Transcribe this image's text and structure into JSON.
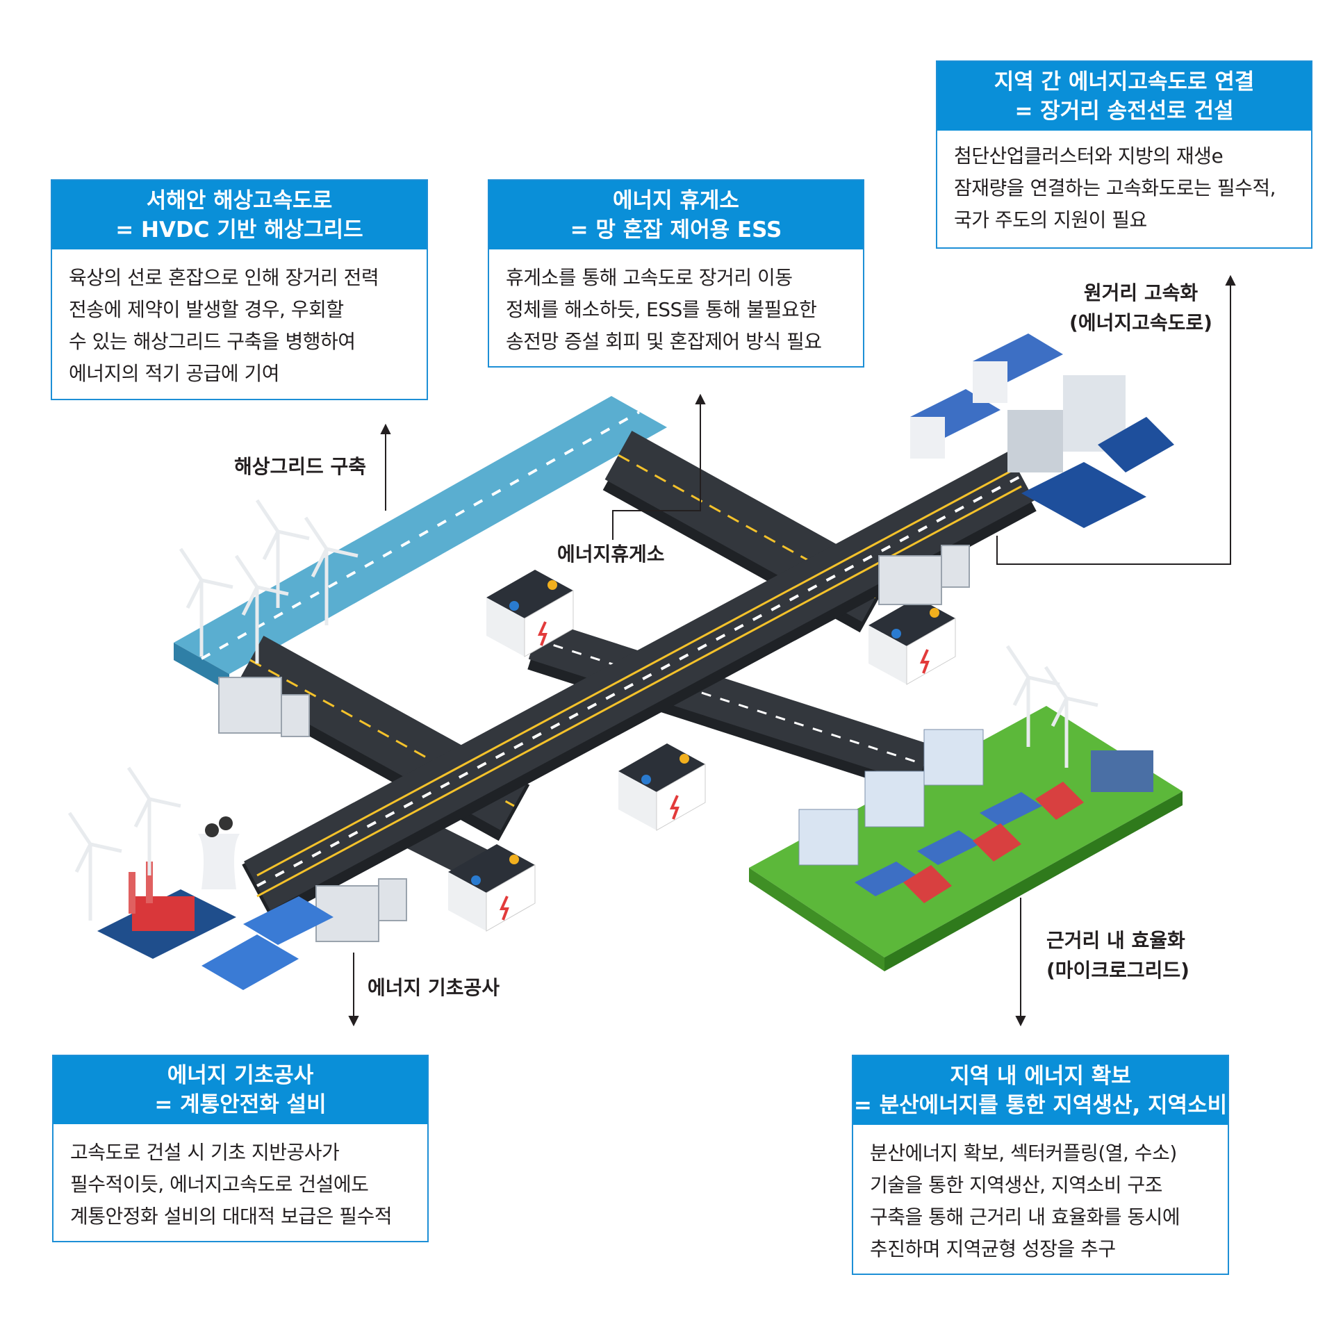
{
  "boxes": {
    "interregional": {
      "title1": "지역 간 에너지고속도로 연결",
      "title2": "= 장거리 송전선로 건설",
      "lines": [
        "첨단산업클러스터와 지방의 재생e",
        "잠재량을 연결하는 고속화도로는 필수적,",
        "국가 주도의 지원이 필요"
      ]
    },
    "westcoast": {
      "title1": "서해안 해상고속도로",
      "title2": "= HVDC 기반 해상그리드",
      "lines": [
        "육상의 선로 혼잡으로 인해 장거리 전력",
        "전송에 제약이 발생할 경우, 우회할",
        "수 있는 해상그리드 구축을 병행하여",
        "에너지의 적기 공급에 기여"
      ]
    },
    "reststop": {
      "title1": "에너지 휴게소",
      "title2": "= 망 혼잡 제어용 ESS",
      "lines": [
        "휴게소를 통해 고속도로 장거리 이동",
        "정체를 해소하듯, ESS를 통해 불필요한",
        "송전망 증설 회피 및 혼잡제어 방식 필요"
      ]
    },
    "foundation": {
      "title1": "에너지 기초공사",
      "title2": "= 계통안전화 설비",
      "lines": [
        "고속도로 건설 시 기초 지반공사가",
        "필수적이듯, 에너지고속도로 건설에도",
        "계통안정화 설비의 대대적 보급은 필수적"
      ]
    },
    "local": {
      "title1": "지역 내 에너지 확보",
      "title2": "= 분산에너지를 통한 지역생산, 지역소비",
      "lines": [
        "분산에너지 확보, 섹터커플링(열, 수소)",
        "기술을 통한 지역생산, 지역소비 구조",
        "구축을 통해 근거리 내 효율화를 동시에",
        "추진하며 지역균형 성장을 추구"
      ]
    }
  },
  "labels": {
    "offshore_grid": "해상그리드 구축",
    "rest_stop": "에너지휴게소",
    "long_distance_1": "원거리 고속화",
    "long_distance_2": "(에너지고속도로)",
    "foundation": "에너지 기초공사",
    "short_distance_1": "근거리 내 효율화",
    "short_distance_2": "(마이크로그리드)"
  },
  "colors": {
    "header_blue": "#0a8fd8",
    "road": "#33373d",
    "sea": "#5aaed0",
    "grass": "#5cb83a"
  }
}
